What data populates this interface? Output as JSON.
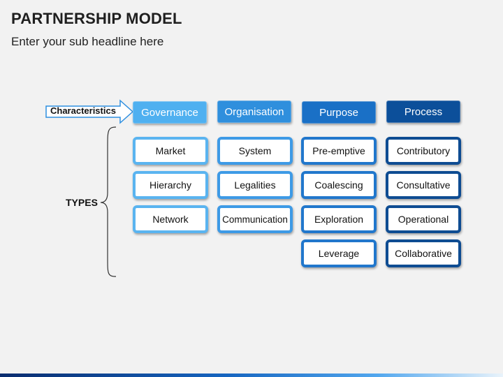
{
  "title": "PARTNERSHIP MODEL",
  "subtitle": "Enter your sub headline here",
  "characteristics_label": "Characteristics",
  "types_label": "TYPES",
  "colors": {
    "col1": "#4fb0f0",
    "col2": "#2f8fdd",
    "col3": "#1a70c6",
    "col4": "#0c4f9a",
    "cell_border_1": "#5ab4f0",
    "cell_border_2": "#3d9ae6",
    "cell_border_3": "#2177cc",
    "cell_border_4": "#0e4c92"
  },
  "columns": [
    {
      "header": "Governance",
      "items": [
        "Market",
        "Hierarchy",
        "Network"
      ]
    },
    {
      "header": "Organisation",
      "items": [
        "System",
        "Legalities",
        "Communication"
      ]
    },
    {
      "header": "Purpose",
      "items": [
        "Pre-emptive",
        "Coalescing",
        "Exploration",
        "Leverage"
      ]
    },
    {
      "header": "Process",
      "items": [
        "Contributory",
        "Consultative",
        "Operational",
        "Collaborative"
      ]
    }
  ]
}
